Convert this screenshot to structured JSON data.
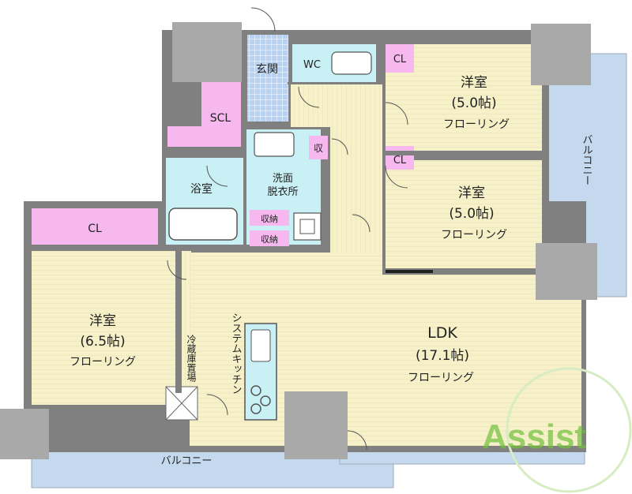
{
  "rooms": {
    "bedroom_ne": {
      "name": "洋室",
      "size": "(5.0帖)",
      "floor": "フローリング"
    },
    "bedroom_e": {
      "name": "洋室",
      "size": "(5.0帖)",
      "floor": "フローリング"
    },
    "bedroom_w": {
      "name": "洋室",
      "size": "(6.5帖)",
      "floor": "フローリング"
    },
    "ldk": {
      "name": "LDK",
      "size": "(17.1帖)",
      "floor": "フローリング"
    }
  },
  "labels": {
    "entrance": "玄関",
    "wc": "WC",
    "scl": "SCL",
    "cl_ne": "CL",
    "cl_e": "CL",
    "cl_w": "CL",
    "storage": "収",
    "bath": "浴室",
    "washroom_line1": "洗面",
    "washroom_line2": "脱衣所",
    "storage_1": "収納",
    "storage_2": "収納",
    "balcony_east": "バルコニー",
    "balcony_south": "バルコニー",
    "kitchen": "システムキッチン",
    "fridge": "冷蔵庫置場"
  },
  "logo": {
    "text": "Assist"
  },
  "colors": {
    "flooring": "#f6f1c9",
    "wet_area": "#c9f0f4",
    "closet": "#f7b8ef",
    "balcony": "#c5d9ee",
    "entrance": "#b8d2f0",
    "wall": "#808080",
    "logo_green": "#6fbf3a"
  }
}
